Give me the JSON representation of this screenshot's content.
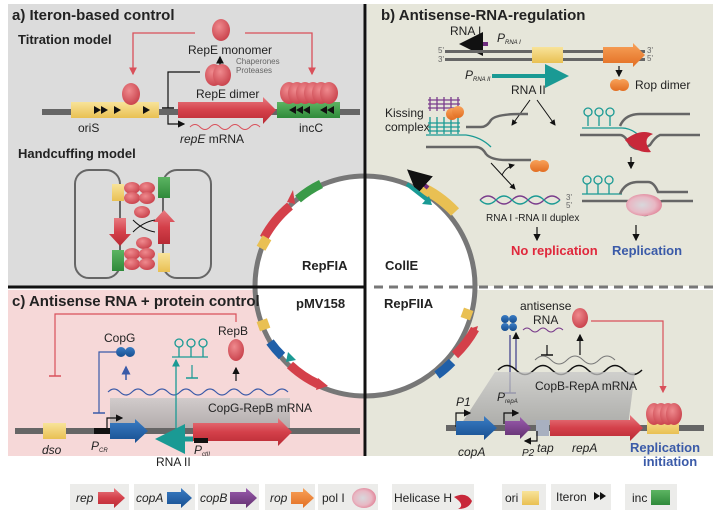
{
  "panels": {
    "a": {
      "title": "a) Iteron-based control",
      "titration_model": "Titration model",
      "repe_monomer": "RepE monomer",
      "chaperones": "Chaperones",
      "proteases": "Proteases",
      "repe_dimer": "RepE dimer",
      "oris": "oriS",
      "incc": "incC",
      "repe_mrna_gene": "repE",
      "repe_mrna_word": "mRNA",
      "handcuffing_model": "Handcuffing model"
    },
    "b": {
      "title": "b) Antisense-RNA-regulation",
      "rna1": "RNA I",
      "p_rna1": "P",
      "p_rna1_sub": "RNA I",
      "p_rna2": "P",
      "p_rna2_sub": "RNA II",
      "rna2": "RNA II",
      "rop_dimer": "Rop dimer",
      "kissing_1": "Kissing",
      "kissing_2": "complex",
      "duplex": "RNA I -RNA II duplex",
      "strand5": "5'",
      "strand3": "3'",
      "no_replication": "No replication",
      "replication": "Replication"
    },
    "c": {
      "title": "c) Antisense RNA +  protein control",
      "copg": "CopG",
      "repb": "RepB",
      "mrna": "CopG-RepB mRNA",
      "dso": "dso",
      "pcr": "P",
      "pcr_sub": "CR",
      "pctii": "P",
      "pctii_sub": "ctII",
      "rna2": "RNA II"
    },
    "d": {
      "antisense_1": "antisense",
      "antisense_2": "RNA",
      "mrna": "CopB-RepA mRNA",
      "p1": "P1",
      "prepa": "P",
      "prepa_sub": "repA",
      "p2": "P2",
      "copa": "copA",
      "tap": "tap",
      "repa": "repA",
      "replication_1": "Replication",
      "replication_2": "initiation"
    }
  },
  "plasmids": {
    "repfia": "RepFIA",
    "colle": "CollE",
    "pmv158": "pMV158",
    "repfiia": "RepFIIA"
  },
  "legend": [
    {
      "label": "rep",
      "italic": true,
      "color": "#d9404a"
    },
    {
      "label": "copA",
      "italic": true,
      "color": "#1f5fa8"
    },
    {
      "label": "copB",
      "italic": true,
      "color": "#7a3c8c"
    },
    {
      "label": "rop",
      "italic": true,
      "color": "#f08a3c"
    },
    {
      "label": "pol I",
      "italic": false,
      "color": "#e8b4c0"
    },
    {
      "label": "Helicase H",
      "italic": false,
      "color": "#c8283a"
    },
    {
      "label": "ori",
      "italic": false,
      "color": "#efcc5c"
    },
    {
      "label": "Iteron",
      "italic": false,
      "color": "#111111"
    },
    {
      "label": "inc",
      "italic": false,
      "color": "#3f9a48"
    }
  ],
  "colors": {
    "panel_a_bg": "#dcdcdc",
    "panel_b_bg": "#e6e6da",
    "panel_c_bg": "#f6d8d8",
    "panel_d_bg": "#e6e6da",
    "no_replication": "#e0283c",
    "replication": "#3a5aa8"
  }
}
